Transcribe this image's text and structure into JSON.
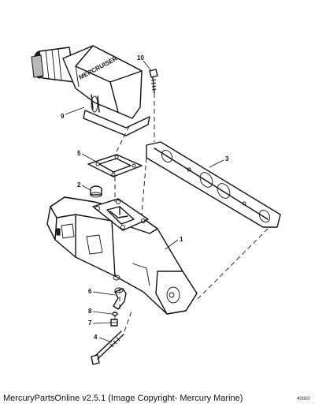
{
  "diagram": {
    "callouts": [
      {
        "num": "1",
        "part": "exhaust-manifold"
      },
      {
        "num": "2",
        "part": "plug"
      },
      {
        "num": "3",
        "part": "manifold-gasket"
      },
      {
        "num": "4",
        "part": "stud-bolt"
      },
      {
        "num": "5",
        "part": "elbow-gasket"
      },
      {
        "num": "6",
        "part": "fitting"
      },
      {
        "num": "7",
        "part": "plug"
      },
      {
        "num": "8",
        "part": "seal-ring"
      },
      {
        "num": "9",
        "part": "exhaust-elbow"
      },
      {
        "num": "10",
        "part": "screw"
      }
    ]
  },
  "footer": {
    "caption": "MercuryPartsOnline v2.5.1 (Image Copyright- Mercury Marine)",
    "drawing_code": "40000"
  }
}
